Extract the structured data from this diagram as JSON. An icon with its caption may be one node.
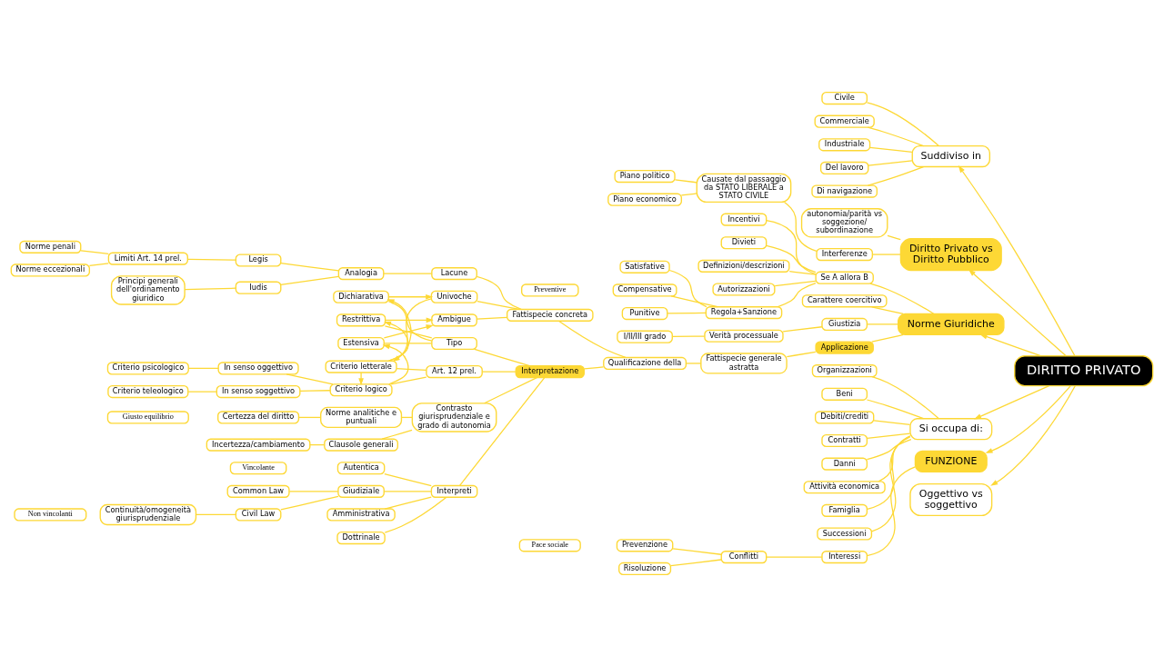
{
  "diagram": {
    "nodes": [
      {
        "text": [
          "DIRITTO PRIVATO"
        ]
      },
      {
        "text": [
          "Suddiviso in"
        ]
      },
      {
        "text": [
          "Civile"
        ]
      },
      {
        "text": [
          "Commerciale"
        ]
      },
      {
        "text": [
          "Industriale"
        ]
      },
      {
        "text": [
          "Del lavoro"
        ]
      },
      {
        "text": [
          "Di navigazione"
        ]
      },
      {
        "text": [
          "Diritto Privato vs Diritto Pubblico"
        ]
      },
      {
        "text": [
          "autonomia/parità vs soggezione/ subordinazione"
        ]
      },
      {
        "text": [
          "Interferenze"
        ]
      },
      {
        "text": [
          "Causate dal passaggio da STATO LIBERALE a STATO CIVILE"
        ]
      },
      {
        "text": [
          "Piano politico"
        ]
      },
      {
        "text": [
          "Piano economico"
        ]
      },
      {
        "text": [
          "Norme Giuridiche"
        ]
      },
      {
        "text": [
          "Se A allora B"
        ]
      },
      {
        "text": [
          "Incentivi"
        ]
      },
      {
        "text": [
          "Divieti"
        ]
      },
      {
        "text": [
          "Definizioni/descrizioni"
        ]
      },
      {
        "text": [
          "Autorizzazioni"
        ]
      },
      {
        "text": [
          "Regola+Sanzione"
        ]
      },
      {
        "text": [
          "Satisfative"
        ]
      },
      {
        "text": [
          "Compensative"
        ]
      },
      {
        "text": [
          "Punitive"
        ]
      },
      {
        "text": [
          "Preventive"
        ]
      },
      {
        "text": [
          "Carattere coercitivo"
        ]
      },
      {
        "text": [
          "Giustizia"
        ]
      },
      {
        "text": [
          "Verità processuale"
        ]
      },
      {
        "text": [
          "I/II/III grado"
        ]
      },
      {
        "text": [
          "Applicazione"
        ]
      },
      {
        "text": [
          "Fattispecie generale astratta"
        ]
      },
      {
        "text": [
          "Qualificazione della"
        ]
      },
      {
        "text": [
          "Fattispecie concreta"
        ]
      },
      {
        "text": [
          "Lacune"
        ]
      },
      {
        "text": [
          "Analogia"
        ]
      },
      {
        "text": [
          "Legis"
        ]
      },
      {
        "text": [
          "Limiti Art. 14 prel."
        ]
      },
      {
        "text": [
          "Norme penali"
        ]
      },
      {
        "text": [
          "Norme eccezionali"
        ]
      },
      {
        "text": [
          "Iudis"
        ]
      },
      {
        "text": [
          "Principi generali dell'ordinamento giuridico"
        ]
      },
      {
        "text": [
          "Univoche"
        ]
      },
      {
        "text": [
          "Ambigue"
        ]
      },
      {
        "text": [
          "Interpretazione"
        ]
      },
      {
        "text": [
          "Tipo"
        ]
      },
      {
        "text": [
          "Dichiarativa"
        ]
      },
      {
        "text": [
          "Restrittiva"
        ]
      },
      {
        "text": [
          "Estensiva"
        ]
      },
      {
        "text": [
          "Art. 12 prel."
        ]
      },
      {
        "text": [
          "Criterio letterale"
        ]
      },
      {
        "text": [
          "Criterio logico"
        ]
      },
      {
        "text": [
          "In senso oggettivo"
        ]
      },
      {
        "text": [
          "Criterio psicologico"
        ]
      },
      {
        "text": [
          "In senso soggettivo"
        ]
      },
      {
        "text": [
          "Criterio teleologico"
        ]
      },
      {
        "text": [
          "Contrasto giurisprudenziale e grado di autonomia"
        ]
      },
      {
        "text": [
          "Norme analitiche e puntuali"
        ]
      },
      {
        "text": [
          "Certezza del diritto"
        ]
      },
      {
        "text": [
          "Clausole generali"
        ]
      },
      {
        "text": [
          "Incertezza/cambiamento"
        ]
      },
      {
        "text": [
          "Giusto equilibrio"
        ]
      },
      {
        "text": [
          "Interpreti"
        ]
      },
      {
        "text": [
          "Autentica"
        ]
      },
      {
        "text": [
          "Vincolante"
        ]
      },
      {
        "text": [
          "Giudiziale"
        ]
      },
      {
        "text": [
          "Common Law"
        ]
      },
      {
        "text": [
          "Civil Law"
        ]
      },
      {
        "text": [
          "Continuità/omogeneità giurisprudenziale"
        ]
      },
      {
        "text": [
          "Amministrativa"
        ]
      },
      {
        "text": [
          "Dottrinale"
        ]
      },
      {
        "text": [
          "Non vincolanti"
        ]
      },
      {
        "text": [
          "Si occupa di:"
        ]
      },
      {
        "text": [
          "Organizzazioni"
        ]
      },
      {
        "text": [
          "Beni"
        ]
      },
      {
        "text": [
          "Debiti/crediti"
        ]
      },
      {
        "text": [
          "Contratti"
        ]
      },
      {
        "text": [
          "Danni"
        ]
      },
      {
        "text": [
          "Attività economica"
        ]
      },
      {
        "text": [
          "Famiglia"
        ]
      },
      {
        "text": [
          "Successioni"
        ]
      },
      {
        "text": [
          "FUNZIONE"
        ]
      },
      {
        "text": [
          "Interessi"
        ]
      },
      {
        "text": [
          "Conflitti"
        ]
      },
      {
        "text": [
          "Prevenzione"
        ]
      },
      {
        "text": [
          "Risoluzione"
        ]
      },
      {
        "text": [
          "Pace sociale"
        ]
      },
      {
        "text": [
          "Oggettivo vs soggettivo"
        ]
      }
    ],
    "edges": [
      {
        "from": 0,
        "to": 1,
        "arrow": "to"
      },
      {
        "from": 0,
        "to": 7,
        "arrow": "to"
      },
      {
        "from": 0,
        "to": 13,
        "arrow": "to"
      },
      {
        "from": 0,
        "to": 70,
        "arrow": "to"
      },
      {
        "from": 0,
        "to": 79,
        "arrow": "to"
      },
      {
        "from": 0,
        "to": 85,
        "arrow": "to"
      },
      {
        "from": 1,
        "to": 2,
        "arrow": "none"
      },
      {
        "from": 1,
        "to": 3,
        "arrow": "none"
      },
      {
        "from": 1,
        "to": 4,
        "arrow": "none"
      },
      {
        "from": 1,
        "to": 5,
        "arrow": "none"
      },
      {
        "from": 1,
        "to": 6,
        "arrow": "none"
      },
      {
        "from": 7,
        "to": 8,
        "arrow": "none"
      },
      {
        "from": 7,
        "to": 9,
        "arrow": "none"
      },
      {
        "from": 9,
        "to": 10,
        "arrow": "none"
      },
      {
        "from": 10,
        "to": 11,
        "arrow": "none"
      },
      {
        "from": 10,
        "to": 12,
        "arrow": "none"
      },
      {
        "from": 13,
        "to": 14,
        "arrow": "none"
      },
      {
        "from": 13,
        "to": 24,
        "arrow": "none"
      },
      {
        "from": 13,
        "to": 25,
        "arrow": "none"
      },
      {
        "from": 13,
        "to": 28,
        "arrow": "none"
      },
      {
        "from": 14,
        "to": 15,
        "arrow": "none"
      },
      {
        "from": 14,
        "to": 16,
        "arrow": "none"
      },
      {
        "from": 14,
        "to": 17,
        "arrow": "none"
      },
      {
        "from": 14,
        "to": 18,
        "arrow": "none"
      },
      {
        "from": 14,
        "to": 19,
        "arrow": "none"
      },
      {
        "from": 19,
        "to": 20,
        "arrow": "none"
      },
      {
        "from": 19,
        "to": 21,
        "arrow": "none"
      },
      {
        "from": 19,
        "to": 22,
        "arrow": "none"
      },
      {
        "from": 25,
        "to": 26,
        "arrow": "none"
      },
      {
        "from": 26,
        "to": 27,
        "arrow": "none"
      },
      {
        "from": 28,
        "to": 29,
        "arrow": "none"
      },
      {
        "from": 29,
        "to": 30,
        "arrow": "none"
      },
      {
        "from": 30,
        "to": 31,
        "arrow": "none"
      },
      {
        "from": 30,
        "to": 42,
        "arrow": "none"
      },
      {
        "from": 31,
        "to": 32,
        "arrow": "none"
      },
      {
        "from": 31,
        "to": 40,
        "arrow": "none"
      },
      {
        "from": 31,
        "to": 41,
        "arrow": "none"
      },
      {
        "from": 32,
        "to": 33,
        "arrow": "none"
      },
      {
        "from": 33,
        "to": 34,
        "arrow": "none"
      },
      {
        "from": 33,
        "to": 38,
        "arrow": "none"
      },
      {
        "from": 34,
        "to": 35,
        "arrow": "none"
      },
      {
        "from": 35,
        "to": 36,
        "arrow": "none"
      },
      {
        "from": 35,
        "to": 37,
        "arrow": "none"
      },
      {
        "from": 38,
        "to": 39,
        "arrow": "none"
      },
      {
        "from": 42,
        "to": 43,
        "arrow": "none"
      },
      {
        "from": 42,
        "to": 47,
        "arrow": "none"
      },
      {
        "from": 42,
        "to": 54,
        "arrow": "none"
      },
      {
        "from": 42,
        "to": 60,
        "arrow": "none"
      },
      {
        "from": 43,
        "to": 44,
        "arrow": "none"
      },
      {
        "from": 43,
        "to": 45,
        "arrow": "none"
      },
      {
        "from": 43,
        "to": 46,
        "arrow": "none"
      },
      {
        "from": 47,
        "to": 48,
        "arrow": "none"
      },
      {
        "from": 47,
        "to": 49,
        "arrow": "none"
      },
      {
        "from": 49,
        "to": 50,
        "arrow": "none"
      },
      {
        "from": 49,
        "to": 52,
        "arrow": "none"
      },
      {
        "from": 50,
        "to": 51,
        "arrow": "none"
      },
      {
        "from": 52,
        "to": 53,
        "arrow": "none"
      },
      {
        "from": 54,
        "to": 55,
        "arrow": "none"
      },
      {
        "from": 54,
        "to": 57,
        "arrow": "none"
      },
      {
        "from": 55,
        "to": 56,
        "arrow": "none"
      },
      {
        "from": 57,
        "to": 58,
        "arrow": "none"
      },
      {
        "from": 60,
        "to": 61,
        "arrow": "none"
      },
      {
        "from": 60,
        "to": 63,
        "arrow": "none"
      },
      {
        "from": 60,
        "to": 67,
        "arrow": "none"
      },
      {
        "from": 60,
        "to": 68,
        "arrow": "none"
      },
      {
        "from": 63,
        "to": 64,
        "arrow": "none"
      },
      {
        "from": 63,
        "to": 65,
        "arrow": "none"
      },
      {
        "from": 65,
        "to": 66,
        "arrow": "none"
      },
      {
        "from": 70,
        "to": 71,
        "arrow": "none"
      },
      {
        "from": 70,
        "to": 72,
        "arrow": "none"
      },
      {
        "from": 70,
        "to": 73,
        "arrow": "none"
      },
      {
        "from": 70,
        "to": 74,
        "arrow": "none"
      },
      {
        "from": 70,
        "to": 75,
        "arrow": "none"
      },
      {
        "from": 70,
        "to": 76,
        "arrow": "none"
      },
      {
        "from": 70,
        "to": 77,
        "arrow": "none"
      },
      {
        "from": 70,
        "to": 78,
        "arrow": "none"
      },
      {
        "from": 79,
        "to": 80,
        "arrow": "none"
      },
      {
        "from": 80,
        "to": 81,
        "arrow": "none"
      },
      {
        "from": 81,
        "to": 82,
        "arrow": "none"
      },
      {
        "from": 81,
        "to": 83,
        "arrow": "none"
      },
      {
        "from": 44,
        "to": 40,
        "arrow": "to"
      },
      {
        "from": 45,
        "to": 41,
        "arrow": "to"
      },
      {
        "from": 46,
        "to": 41,
        "arrow": "to"
      },
      {
        "from": 48,
        "to": 44,
        "arrow": "to"
      },
      {
        "from": 48,
        "to": 45,
        "arrow": "to"
      },
      {
        "from": 49,
        "to": 46,
        "arrow": "to"
      },
      {
        "from": 40,
        "to": 48,
        "arrow": "to"
      },
      {
        "from": 48,
        "to": 49,
        "arrow": "to"
      }
    ]
  }
}
